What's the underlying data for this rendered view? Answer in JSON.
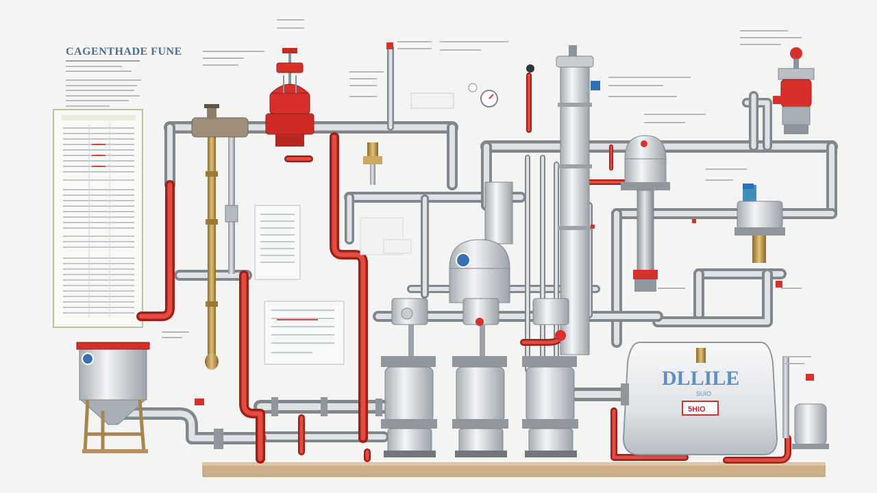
{
  "document": {
    "title": "CAGENTHADE FUNE"
  },
  "main_tank": {
    "label": "DLLILE",
    "sublabel": "SUIO",
    "tag": "5HIO"
  },
  "colors": {
    "pipe_gray": "#b9bfc6",
    "pipe_red": "#d63a32",
    "valve_red": "#d8302b",
    "tank_silver": "#dcdfe3",
    "deck_wood": "#cfb08a",
    "accent_blue": "#3b6fb5"
  },
  "icons": [
    "gate-valve-icon",
    "pressure-gauge-icon",
    "pump-icon",
    "vessel-icon",
    "filter-icon"
  ]
}
